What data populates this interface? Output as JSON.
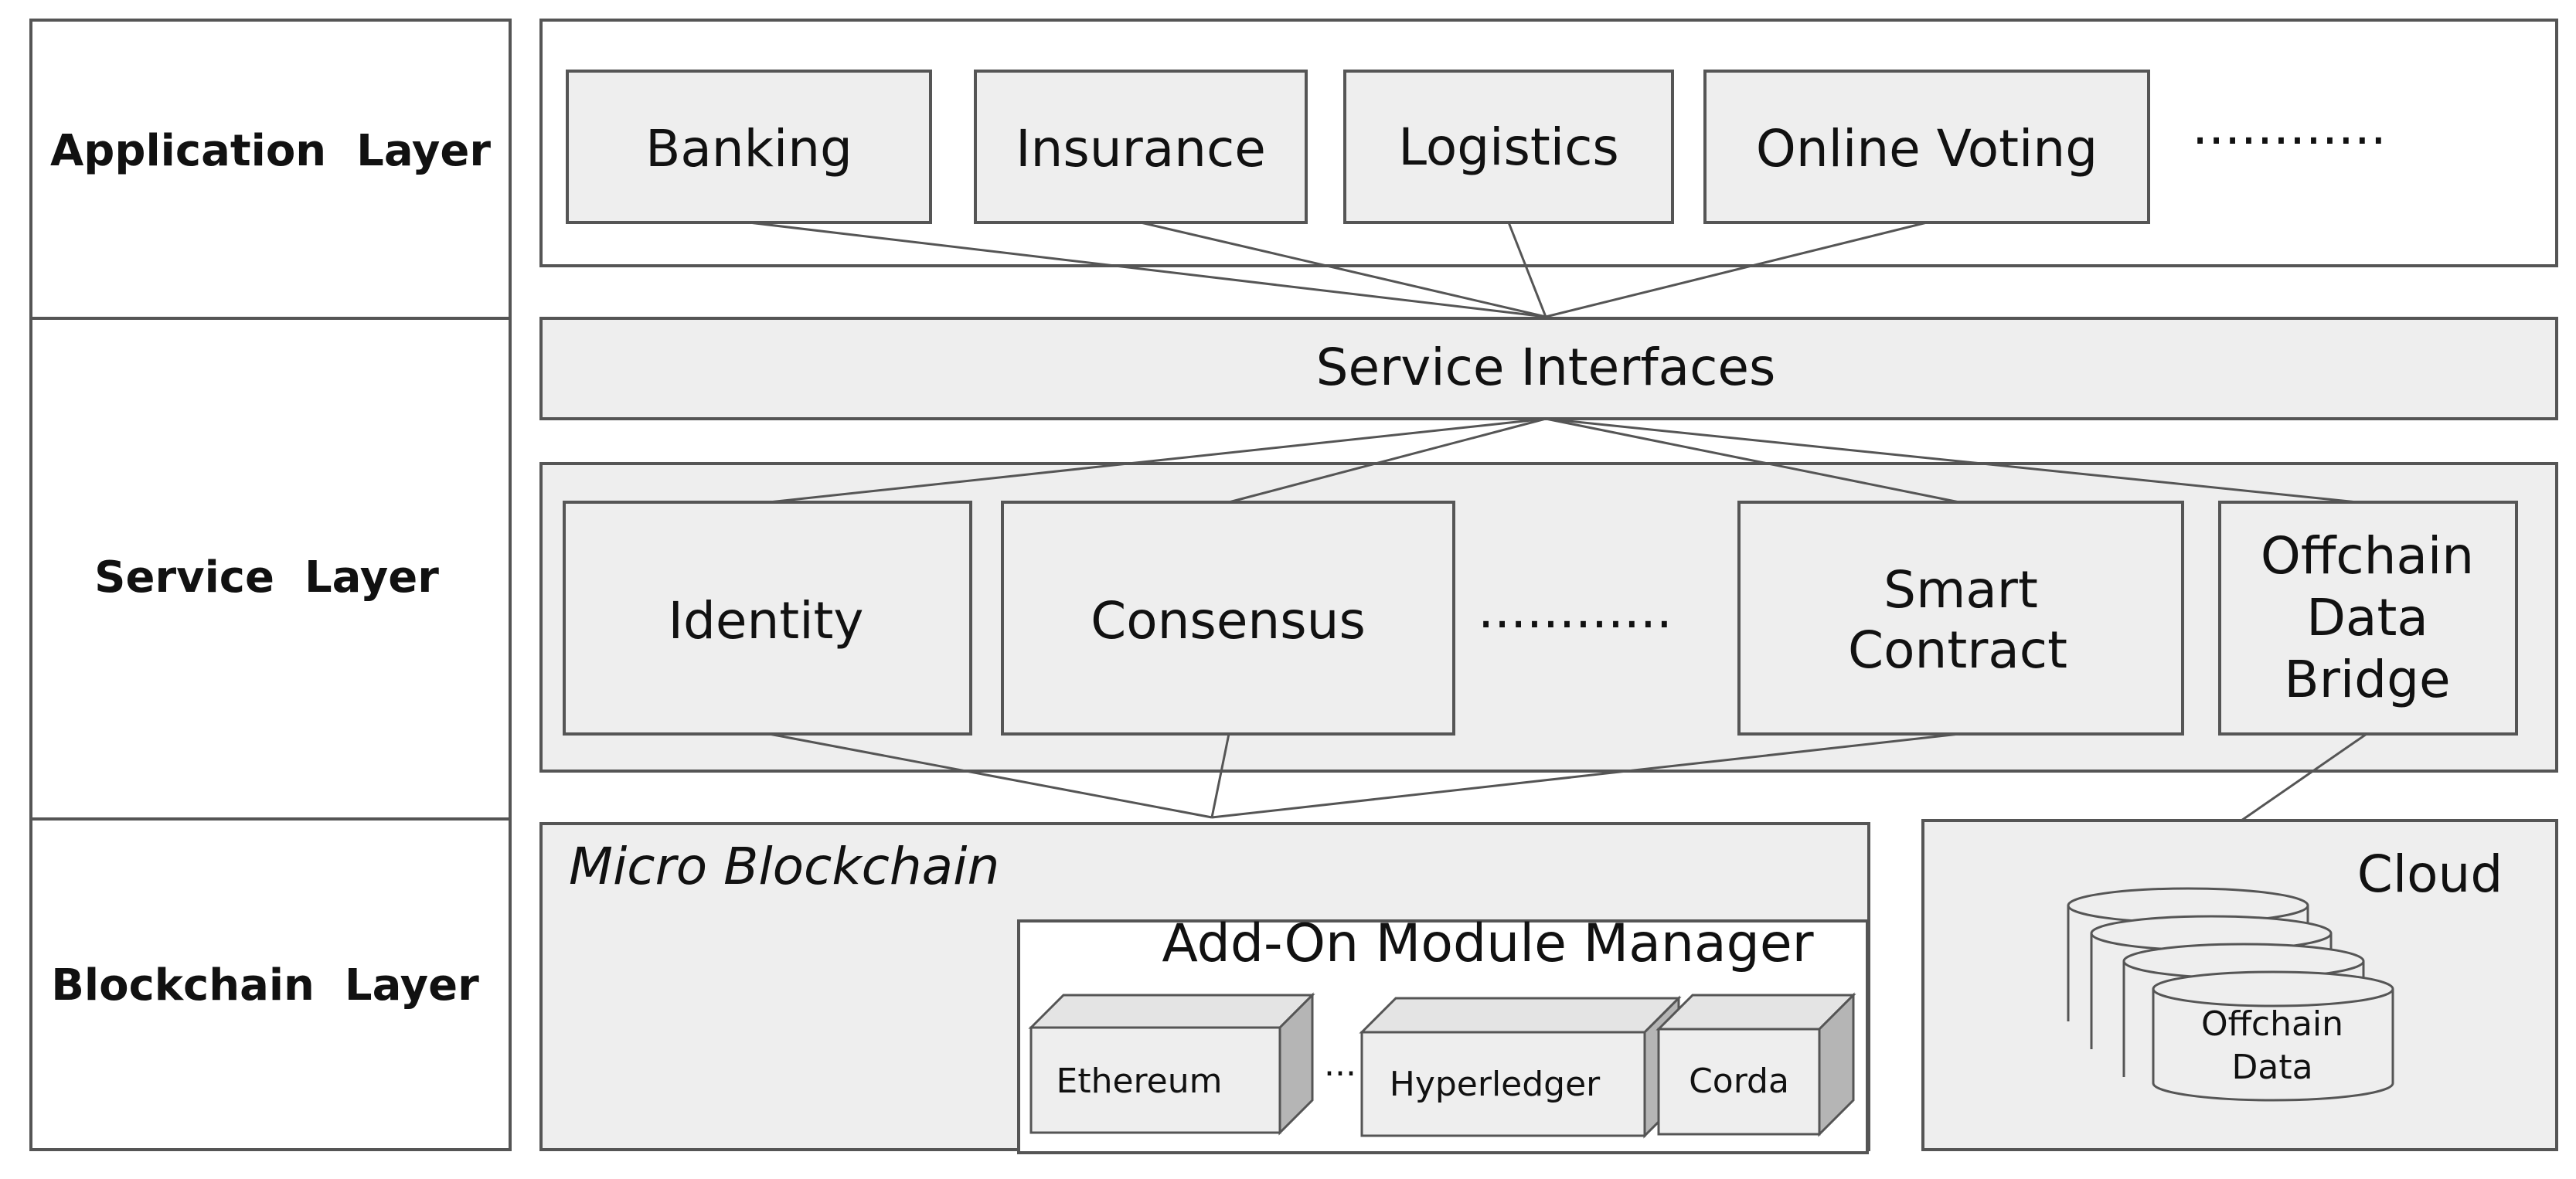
{
  "layers": {
    "application": "Application  Layer",
    "service": "Service  Layer",
    "blockchain": "Blockchain  Layer"
  },
  "applications": {
    "banking": "Banking",
    "insurance": "Insurance",
    "logistics": "Logistics",
    "online_voting": "Online Voting",
    "more": "............"
  },
  "service_interfaces": "Service Interfaces",
  "services": {
    "identity": "Identity",
    "consensus": "Consensus",
    "more": "............",
    "smart_contract": [
      "Smart",
      "Contract"
    ],
    "offchain_bridge": [
      "Offchain",
      "Data",
      "Bridge"
    ]
  },
  "blockchain": {
    "micro_blockchain": "Micro Blockchain",
    "addon_manager": "Add-On Module Manager",
    "modules": {
      "ethereum": "Ethereum",
      "more": "...",
      "hyperledger": "Hyperledger",
      "corda": "Corda"
    }
  },
  "cloud": {
    "title": "Cloud",
    "offchain_data": [
      "Offchain",
      "Data"
    ]
  },
  "colors": {
    "box_fill": "#eeeeee",
    "stroke": "#555555",
    "cube_side": "#b5b5b5",
    "cube_top": "#e4e4e4"
  }
}
